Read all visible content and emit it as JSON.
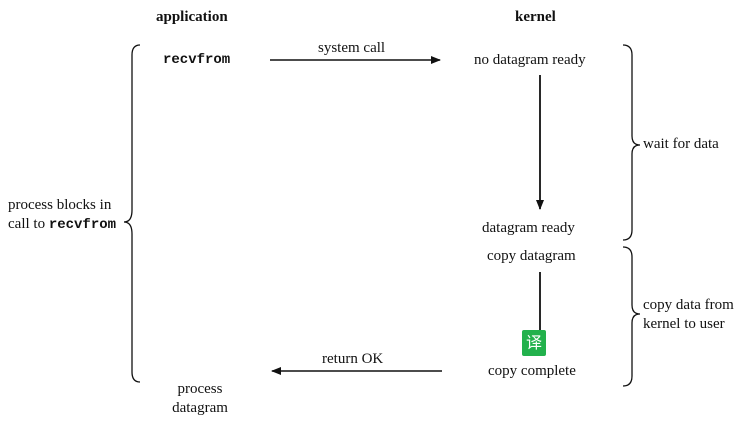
{
  "headers": {
    "application": "application",
    "kernel": "kernel"
  },
  "application": {
    "call": "recvfrom",
    "blocks_line1": "process blocks in",
    "blocks_line2_prefix": "call to ",
    "blocks_line2_code": "recvfrom",
    "process_line1": "process",
    "process_line2": "datagram"
  },
  "arrows": {
    "system_call": "system call",
    "return_ok": "return OK"
  },
  "kernel": {
    "no_datagram_ready": "no datagram ready",
    "datagram_ready": "datagram ready",
    "copy_datagram": "copy datagram",
    "copy_complete": "copy complete"
  },
  "phases": {
    "wait": "wait for data",
    "copy_line1": "copy data from",
    "copy_line2": "kernel to user"
  },
  "badge": {
    "glyph": "译",
    "color": "#22b14c"
  }
}
